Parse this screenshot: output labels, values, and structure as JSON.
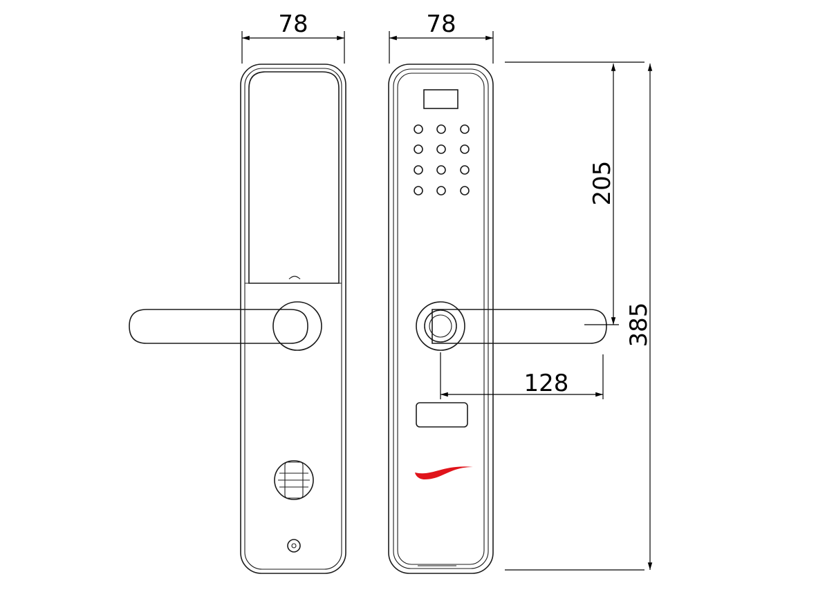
{
  "dimensions": {
    "left_width": "78",
    "right_width": "78",
    "handle_height": "205",
    "total_height": "385",
    "handle_spacing": "128"
  },
  "colors": {
    "line": "#1a1a1a",
    "logo": "#e0141b"
  }
}
